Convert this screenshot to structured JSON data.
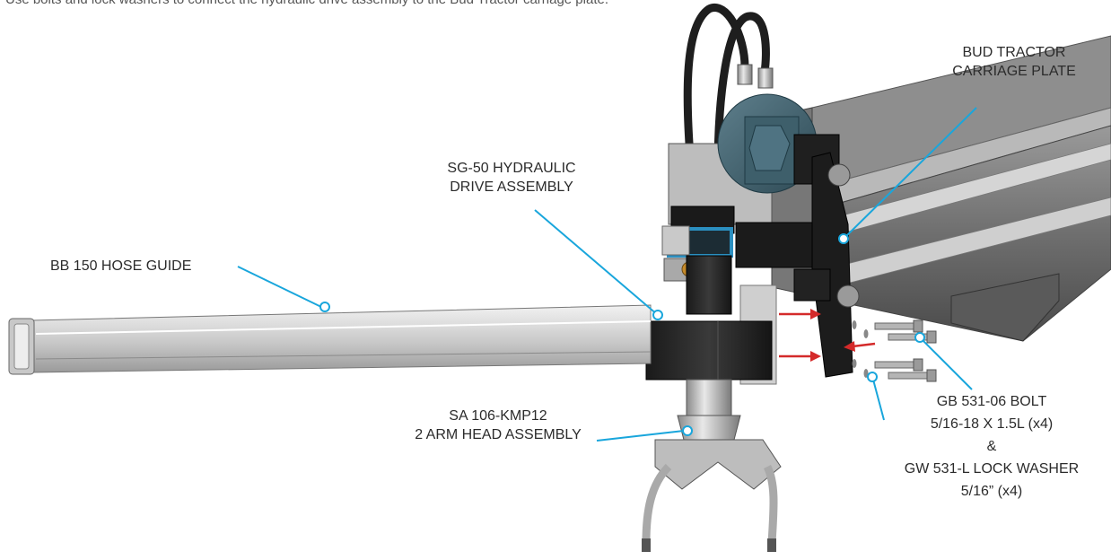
{
  "intro_text": "Use bolts and lock washers to connect the hydraulic drive assembly to the Bud Tractor carriage plate.",
  "colors": {
    "leader": "#19a6dc",
    "arrow": "#d42a2a",
    "text": "#2b2b2b"
  },
  "labels": {
    "bud_tractor": {
      "line1": "BUD TRACTOR",
      "line2": "CARRIAGE PLATE"
    },
    "sg50": {
      "line1": "SG-50 HYDRAULIC",
      "line2": "DRIVE ASSEMBLY"
    },
    "bb150": {
      "line1": "BB 150 HOSE GUIDE"
    },
    "sa106": {
      "line1": "SA 106-KMP12",
      "line2": "2 ARM HEAD ASSEMBLY"
    },
    "hardware": {
      "line1": "GB 531-06 BOLT",
      "line2": "5/16-18 X 1.5L (x4)",
      "line3": "&",
      "line4": "GW 531-L LOCK WASHER",
      "line5": "5/16” (x4)"
    }
  }
}
